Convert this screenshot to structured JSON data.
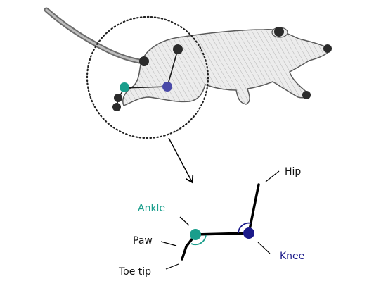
{
  "diagram": {
    "labels": {
      "hip": "Hip",
      "ankle": "Ankle",
      "paw": "Paw",
      "knee": "Knee",
      "toe_tip": "Toe tip"
    },
    "colors": {
      "ankle": "#1a9e8c",
      "knee": "#1b1a8a",
      "knee_marker_on_rat": "#4a4aa8",
      "marker": "#2b2b2b",
      "skeleton": "#000000",
      "label_default": "#111111",
      "rat_outline": "#5a5a5a",
      "rat_fill": "#e4e4e4"
    },
    "markers_on_rat": [
      "ear-marker",
      "nose-marker",
      "front-paw-marker",
      "tail-base-marker",
      "hip-marker",
      "knee-marker",
      "ankle-marker",
      "paw-marker",
      "toe-marker"
    ]
  }
}
